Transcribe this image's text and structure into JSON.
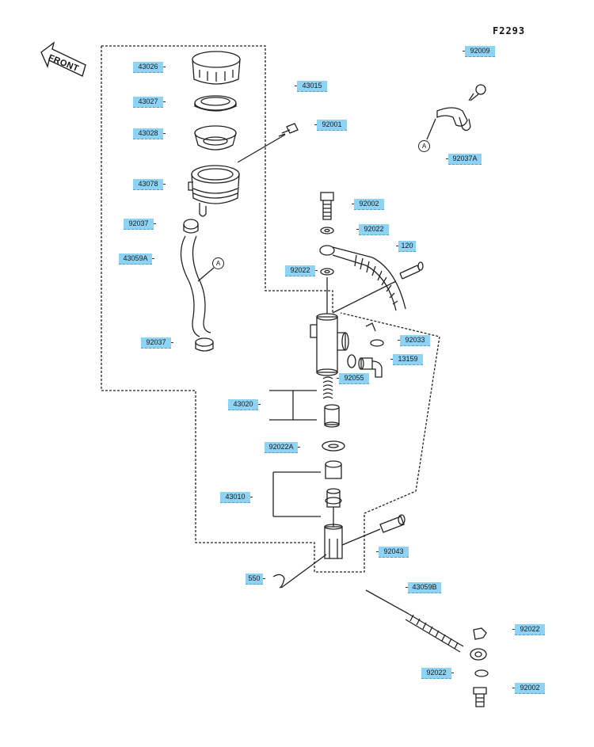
{
  "figure_code": "F2293",
  "front_label": "FRONT",
  "callout_letter": "A",
  "colors": {
    "label_bg": "#8fd3f4",
    "line": "#222222"
  },
  "labels": {
    "p43026": "43026",
    "p43027": "43027",
    "p43028": "43028",
    "p43078": "43078",
    "p92037_top": "92037",
    "p43059A": "43059A",
    "p92037_bot": "92037",
    "p43015": "43015",
    "p92001": "92001",
    "p92009": "92009",
    "p92037A": "92037A",
    "p92002_top": "92002",
    "p92022_top": "92022",
    "p120": "120",
    "p92022_mid": "92022",
    "p92033": "92033",
    "p13159": "13159",
    "p92055": "92055",
    "p43020": "43020",
    "p92022A": "92022A",
    "p43010": "43010",
    "p92043": "92043",
    "p550": "550",
    "p43059B": "43059B",
    "p92022_r1": "92022",
    "p92022_r2": "92022",
    "p92002_bot": "92002"
  }
}
